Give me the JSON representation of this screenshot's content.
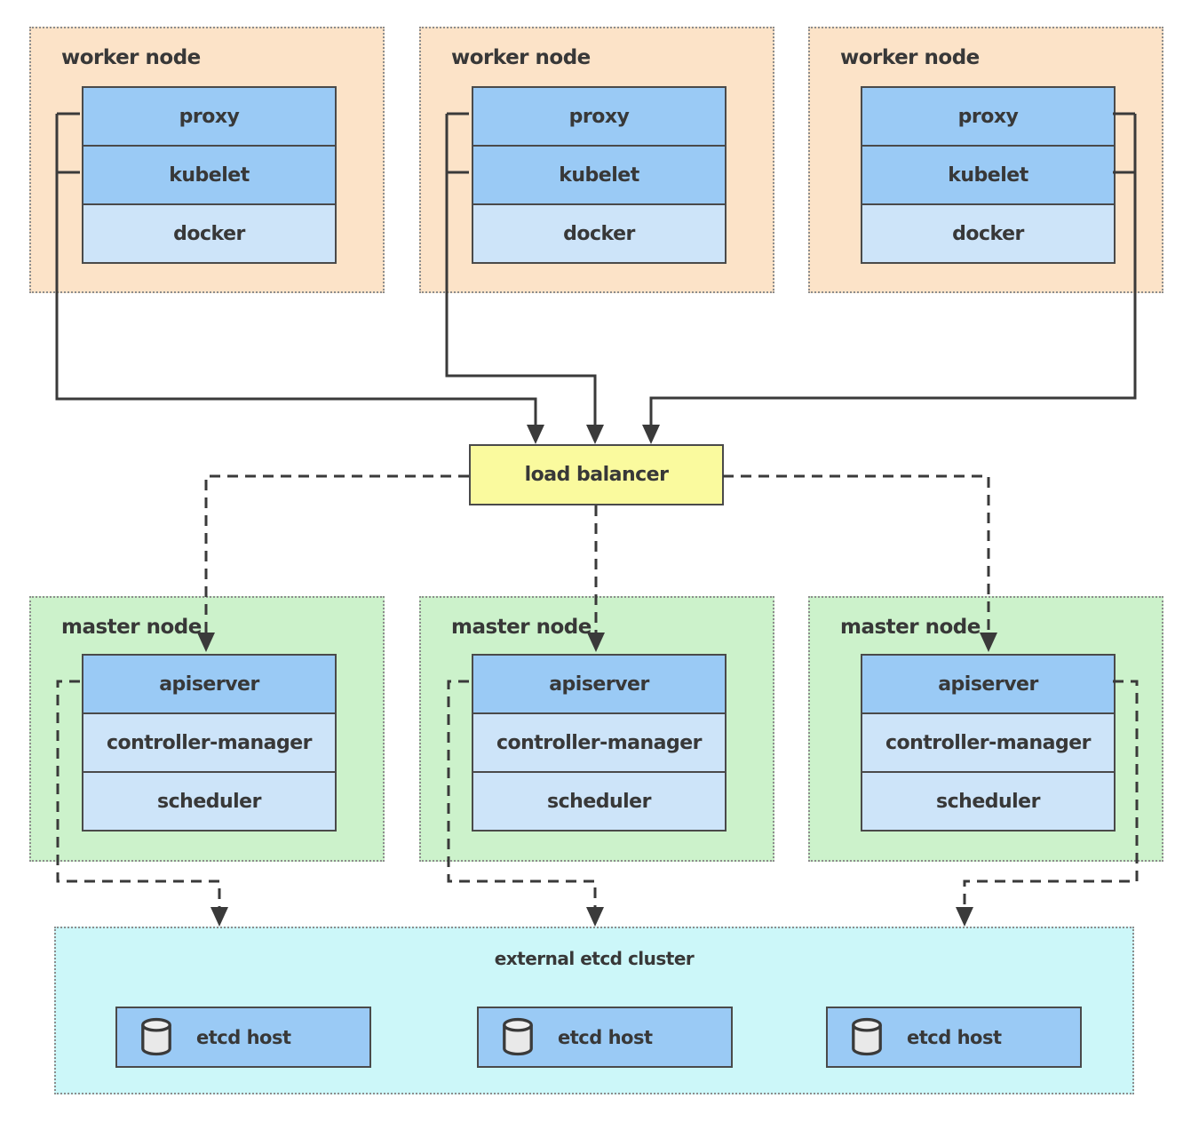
{
  "colors": {
    "worker_bg": "#fce3c8",
    "master_bg": "#ccf2cb",
    "etcd_bg": "#ccf7f9",
    "primary_box": "#9acaf5",
    "secondary_box": "#cde4f9",
    "load_balancer_bg": "#fafa9e",
    "line": "#3a3a3a"
  },
  "worker_nodes": [
    {
      "label": "worker node",
      "components": [
        "proxy",
        "kubelet",
        "docker"
      ]
    },
    {
      "label": "worker node",
      "components": [
        "proxy",
        "kubelet",
        "docker"
      ]
    },
    {
      "label": "worker node",
      "components": [
        "proxy",
        "kubelet",
        "docker"
      ]
    }
  ],
  "load_balancer": {
    "label": "load balancer"
  },
  "master_nodes": [
    {
      "label": "master node",
      "components": [
        "apiserver",
        "controller-manager",
        "scheduler"
      ]
    },
    {
      "label": "master node",
      "components": [
        "apiserver",
        "controller-manager",
        "scheduler"
      ]
    },
    {
      "label": "master node",
      "components": [
        "apiserver",
        "controller-manager",
        "scheduler"
      ]
    }
  ],
  "etcd_cluster": {
    "label": "external etcd cluster",
    "hosts": [
      "etcd host",
      "etcd host",
      "etcd host"
    ]
  },
  "icons": {
    "etcd_host_icon": "database-cylinder"
  }
}
